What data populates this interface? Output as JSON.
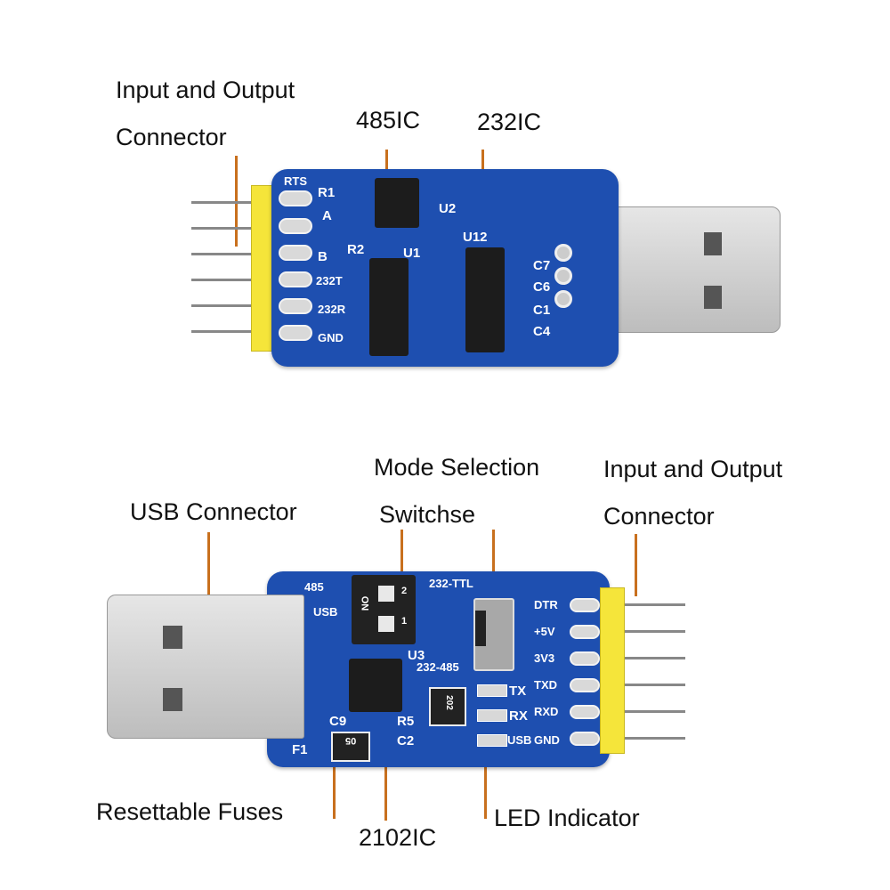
{
  "top_board": {
    "callouts": {
      "io_connector_line1": "Input and Output",
      "io_connector_line2": "Connector",
      "ic_485": "485IC",
      "ic_232": "232IC"
    },
    "silkscreen": {
      "pins": [
        "RTS",
        "A",
        "B",
        "232T",
        "232R",
        "GND"
      ],
      "refs": [
        "R1",
        "R2",
        "U1",
        "U2",
        "U12",
        "C7",
        "C6",
        "C1",
        "C4"
      ]
    }
  },
  "bottom_board": {
    "callouts": {
      "usb_connector": "USB Connector",
      "mode_selection_line1": "Mode Selection",
      "mode_selection_line2": "Switchse",
      "io_connector_line1": "Input and Output",
      "io_connector_line2": "Connector",
      "resettable_fuses": "Resettable Fuses",
      "ic_2102": "2102IC",
      "led_indicator": "LED Indicator"
    },
    "silkscreen": {
      "pins": [
        "DTR",
        "+5V",
        "3V3",
        "TXD",
        "RXD",
        "GND"
      ],
      "switch_labels": [
        "485",
        "USB",
        "232-TTL",
        "232-485",
        "ON",
        "1",
        "2"
      ],
      "refs": [
        "U3",
        "C9",
        "R5",
        "C2",
        "F1"
      ],
      "leds": [
        "TX",
        "RX",
        "USB"
      ],
      "fuse_marking": "05",
      "resistor_marking": "202"
    }
  },
  "colors": {
    "pcb": "#1e4fb0",
    "leader": "#c8701e",
    "header": "#f5e53a"
  }
}
